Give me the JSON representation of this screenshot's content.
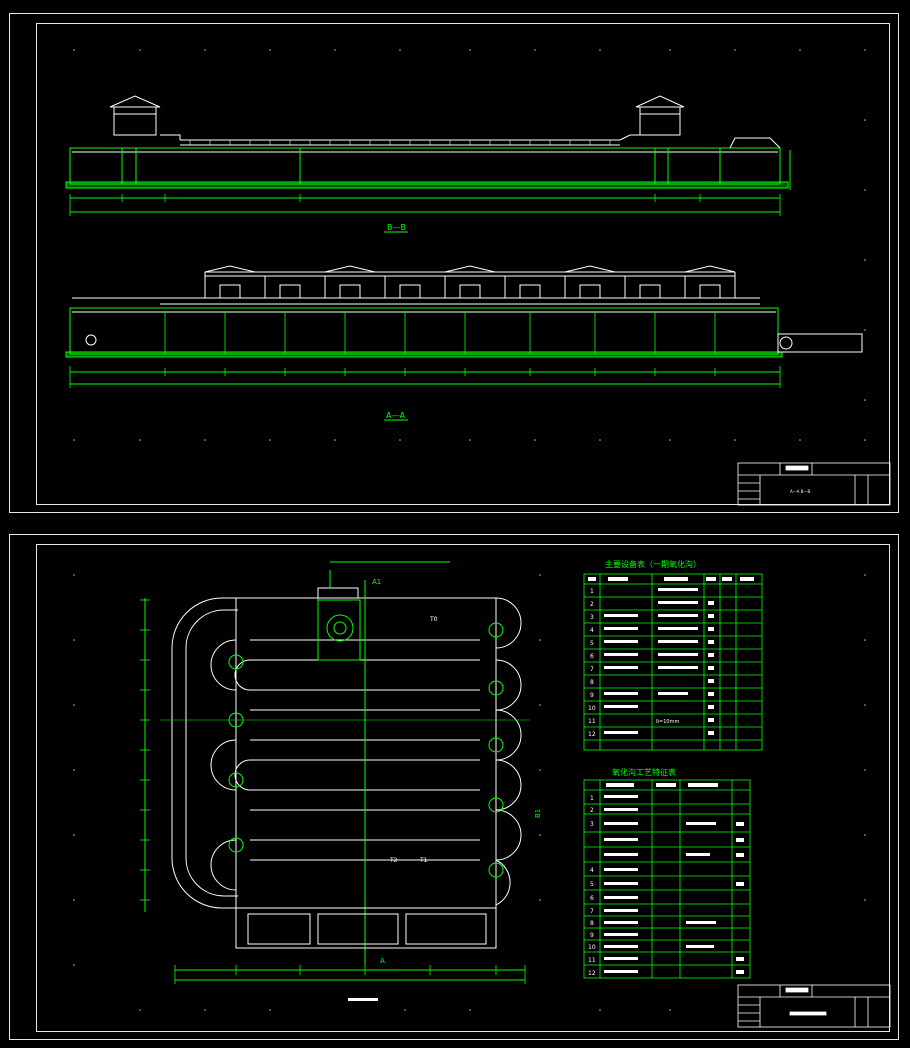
{
  "sheet_top": {
    "section_b_label": "B—B",
    "section_a_label": "A—A",
    "title_block_text": "A—A  B—B"
  },
  "sheet_bottom": {
    "equipment_table": {
      "title": "主要设备表（一期氧化沟）",
      "row_numbers": [
        "1",
        "2",
        "3",
        "4",
        "5",
        "6",
        "7",
        "8",
        "9",
        "10",
        "11",
        "12"
      ],
      "spec_snippets": [
        "",
        "",
        "",
        "",
        "",
        "",
        "",
        "",
        "",
        "",
        "δ=10mm",
        ""
      ]
    },
    "process_table": {
      "title": "氧化沟工艺特征表",
      "row_numbers": [
        "1",
        "2",
        "3",
        "",
        "",
        "4",
        "5",
        "6",
        "7",
        "8",
        "9",
        "10",
        "11",
        "12"
      ]
    },
    "plan_marks": {
      "a1_label": "A1",
      "a_bottom_label": "A",
      "b1_label": "B1",
      "t0_label": "T0",
      "t1_label": "T1",
      "t2_label": "T2"
    }
  }
}
